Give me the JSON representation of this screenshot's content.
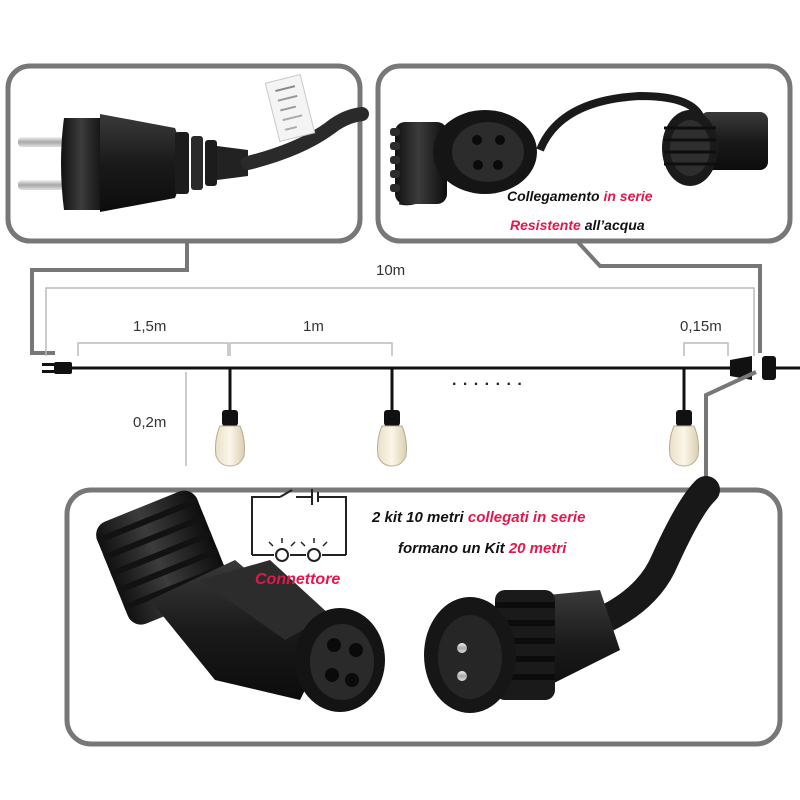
{
  "colors": {
    "accent": "#e5174a",
    "frame": "#777777",
    "cable": "#111111",
    "dim": "#bbbbbb"
  },
  "dimensions": {
    "total": "10m",
    "first_gap": "1,5m",
    "spacing": "1m",
    "end_gap": "0,15m",
    "drop": "0,2m"
  },
  "continuation": ". . . . . . .",
  "top_right_caption": {
    "line1_a": "Collegamento ",
    "line1_b": "in serie",
    "line2_a": "Resistente",
    "line2_b": " all’acqua"
  },
  "bottom_caption": {
    "line1_a": "2 kit 10 metri ",
    "line1_b": "collegati in serie",
    "line2_a": "formano un Kit ",
    "line2_b": "20 metri"
  },
  "connector_label": "Connettore",
  "icons": [
    "plug-icon",
    "connector-icon",
    "bulb-icon",
    "circuit-icon"
  ]
}
